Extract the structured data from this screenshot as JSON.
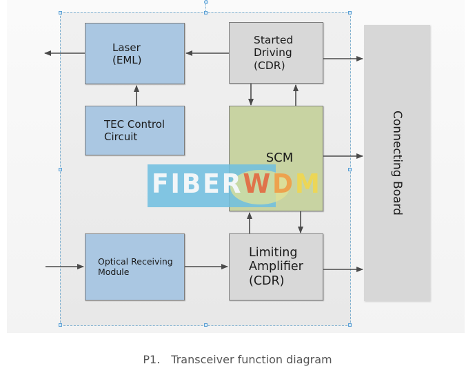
{
  "diagram": {
    "blocks": {
      "laser": {
        "label": "Laser\n(EML)",
        "color": "#aac7e2"
      },
      "tec": {
        "label": "TEC Control\nCircuit",
        "color": "#aac7e2"
      },
      "driving": {
        "label": "Started\nDriving\n(CDR)",
        "color": "#d8d8d8"
      },
      "scm": {
        "label": "SCM",
        "color": "#c8d3a2"
      },
      "optical": {
        "label": "Optical Receiving\nModule",
        "color": "#aac7e2"
      },
      "limiting": {
        "label": "Limiting\nAmplifier\n(CDR)",
        "color": "#d8d8d8"
      },
      "board": {
        "label": "Connecting Board",
        "color": "#d7d7d7"
      }
    },
    "connections": [
      {
        "from": "laser",
        "to": "output-left"
      },
      {
        "from": "driving",
        "to": "laser"
      },
      {
        "from": "tec",
        "to": "laser"
      },
      {
        "from": "driving",
        "to": "scm"
      },
      {
        "from": "scm",
        "to": "driving"
      },
      {
        "from": "driving",
        "to": "board"
      },
      {
        "from": "scm",
        "to": "board"
      },
      {
        "from": "input-left",
        "to": "optical"
      },
      {
        "from": "optical",
        "to": "limiting"
      },
      {
        "from": "limiting",
        "to": "scm"
      },
      {
        "from": "scm",
        "to": "limiting"
      },
      {
        "from": "limiting",
        "to": "board"
      }
    ]
  },
  "watermark": {
    "part1": "FIBER",
    "part2": "W",
    "part3": "D",
    "part4": "M"
  },
  "caption": {
    "number": "P1.",
    "text": "Transceiver function diagram"
  }
}
